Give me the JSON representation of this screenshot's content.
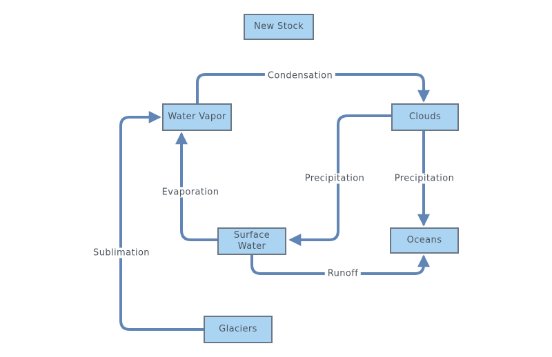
{
  "diagram": {
    "type": "flow-diagram",
    "subject": "water cycle",
    "nodes": [
      {
        "id": "new-stock",
        "label": "New Stock"
      },
      {
        "id": "water-vapor",
        "label": "Water Vapor"
      },
      {
        "id": "clouds",
        "label": "Clouds"
      },
      {
        "id": "surface-water",
        "label": "Surface Water"
      },
      {
        "id": "oceans",
        "label": "Oceans"
      },
      {
        "id": "glaciers",
        "label": "Glaciers"
      }
    ],
    "edges": [
      {
        "id": "condensation",
        "label": "Condensation",
        "from": "Water Vapor",
        "to": "Clouds"
      },
      {
        "id": "precipitation-to-surface",
        "label": "Precipitation",
        "from": "Clouds",
        "to": "Surface Water"
      },
      {
        "id": "precipitation-to-oceans",
        "label": "Precipitation",
        "from": "Clouds",
        "to": "Oceans"
      },
      {
        "id": "evaporation",
        "label": "Evaporation",
        "from": "Surface Water",
        "to": "Water Vapor"
      },
      {
        "id": "runoff",
        "label": "Runoff",
        "from": "Surface Water",
        "to": "Oceans"
      },
      {
        "id": "sublimation",
        "label": "Sublimation",
        "from": "Glaciers",
        "to": "Water Vapor"
      }
    ],
    "colors": {
      "node_fill": "#abd4f3",
      "node_border": "#6b7684",
      "edge": "#6185b5",
      "text": "#4b545e",
      "background": "#ffffff"
    }
  }
}
